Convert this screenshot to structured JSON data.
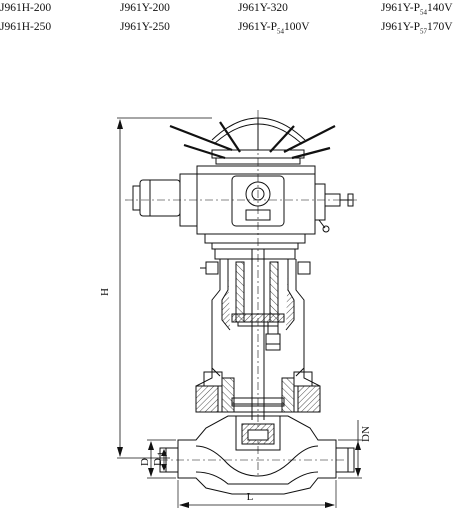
{
  "models": {
    "row1": [
      {
        "text": "J961H-200"
      },
      {
        "text": "J961Y-200"
      },
      {
        "text": "J961Y-320"
      },
      {
        "text": "J961Y-P",
        "sub": "54",
        "tail": "140V"
      }
    ],
    "row2": [
      {
        "text": "J961H-250"
      },
      {
        "text": "J961Y-250"
      },
      {
        "text": "J961Y-P",
        "sub": "54",
        "tail": "100V"
      },
      {
        "text": "J961Y-P",
        "sub": "57",
        "tail": "170V"
      }
    ]
  },
  "dimensions": {
    "height": "H",
    "length": "L",
    "nominal_diameter": "DN",
    "outer_diameter": "D",
    "inner_diameter": "D",
    "inner_diameter_sub": "1"
  }
}
